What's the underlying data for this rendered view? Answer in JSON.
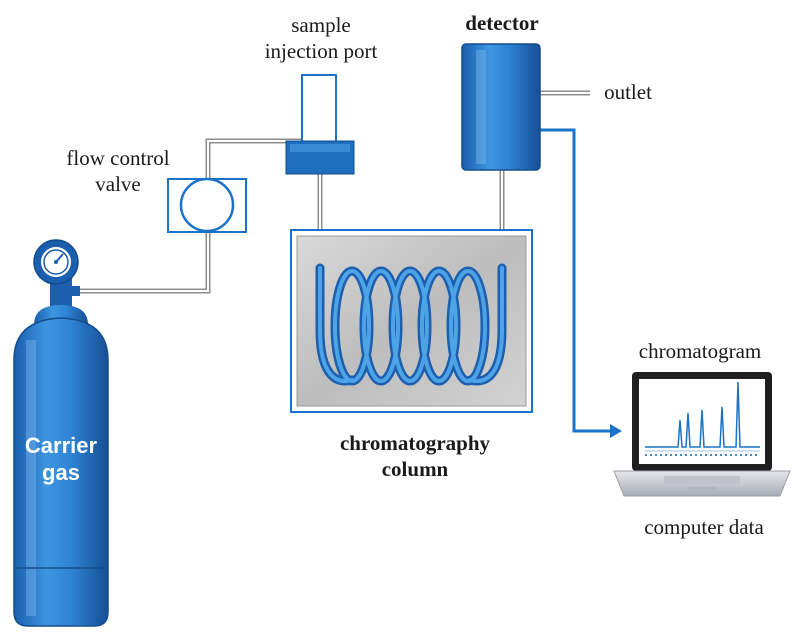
{
  "labels": {
    "sample_line1": "sample",
    "sample_line2": "injection port",
    "detector": "detector",
    "outlet": "outlet",
    "flow_line1": "flow control",
    "flow_line2": "valve",
    "carrier_line1": "Carrier",
    "carrier_line2": "gas",
    "column_line1": "chromatography",
    "column_line2": "column",
    "chromatogram": "chromatogram",
    "computer_data": "computer data"
  },
  "colors": {
    "accent_blue": "#1a73c8",
    "tube_gray": "#8c8c8c",
    "column_box": "#c8c8c8",
    "screen_bg": "#ffffff",
    "laptop_body": "#d6d8dc"
  },
  "icons": {
    "gauge": "pressure-gauge-icon",
    "laptop": "laptop-icon"
  }
}
